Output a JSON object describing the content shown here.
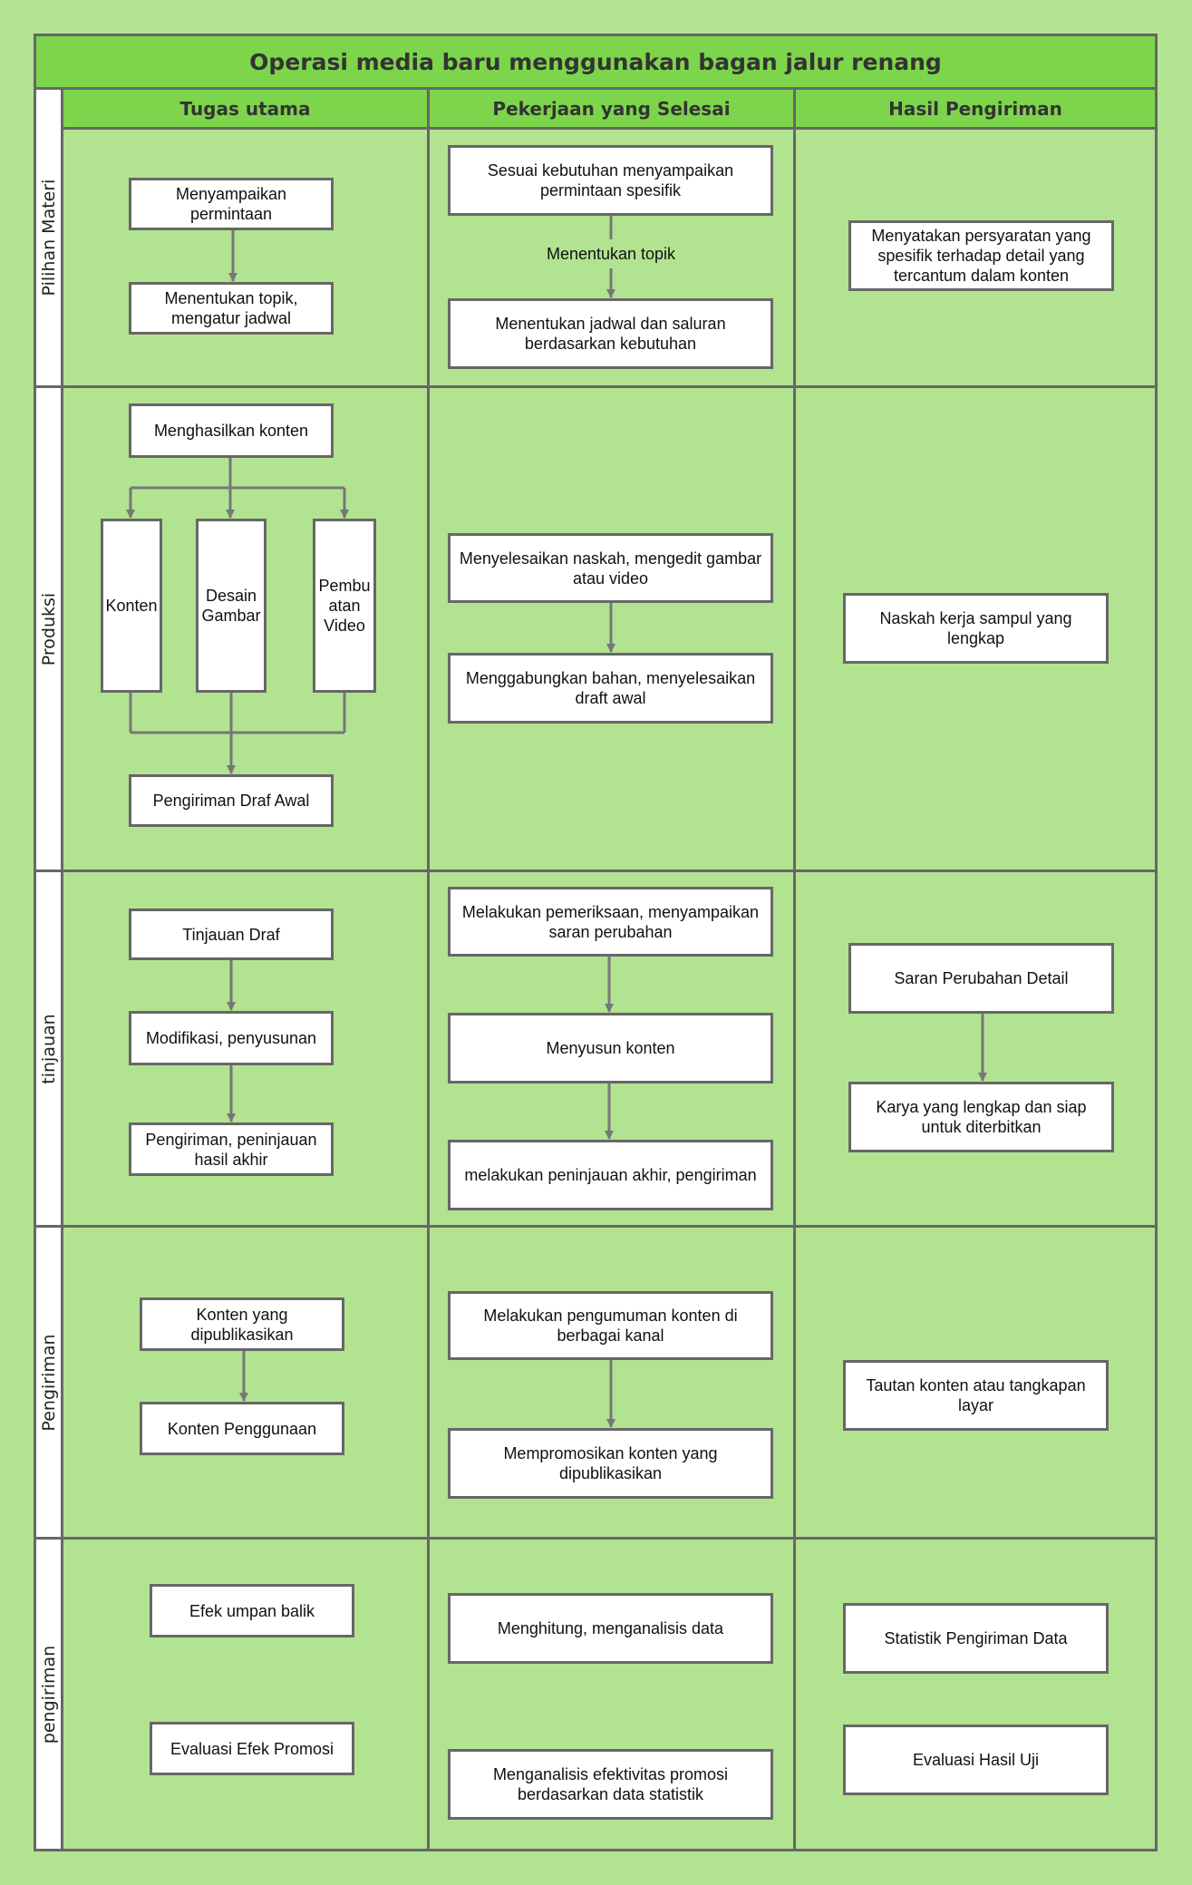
{
  "title": "Operasi media baru menggunakan bagan jalur renang",
  "columns": [
    "Tugas utama",
    "Pekerjaan yang Selesai",
    "Hasil Pengiriman"
  ],
  "lanes": [
    "Pilihan Materi",
    "Produksi",
    "tinjauan",
    "Pengiriman",
    "pengiriman"
  ],
  "boxes": {
    "pm_a1": "Menyampaikan permintaan",
    "pm_a2": "Menentukan topik, mengatur jadwal",
    "pm_b1": "Sesuai kebutuhan menyampaikan permintaan spesifik",
    "pm_b_label": "Menentukan topik",
    "pm_b2": "Menentukan jadwal dan saluran berdasarkan kebutuhan",
    "pm_c1": "Menyatakan persyaratan yang spesifik terhadap detail yang tercantum dalam konten",
    "pr_a1": "Menghasilkan konten",
    "pr_a2": "Konten",
    "pr_a3": "Desain Gambar",
    "pr_a4": "Pembu atan Video",
    "pr_a5": "Pengiriman Draf Awal",
    "pr_b1": "Menyelesaikan naskah, mengedit gambar atau video",
    "pr_b2": "Menggabungkan bahan, menyelesaikan draft awal",
    "pr_c1": "Naskah kerja sampul yang lengkap",
    "tj_a1": "Tinjauan Draf",
    "tj_a2": "Modifikasi, penyusunan",
    "tj_a3": "Pengiriman, peninjauan hasil akhir",
    "tj_b1": "Melakukan pemeriksaan, menyampaikan saran perubahan",
    "tj_b2": "Menyusun konten",
    "tj_b3": "melakukan peninjauan akhir, pengiriman",
    "tj_c1": "Saran Perubahan Detail",
    "tj_c2": "Karya yang lengkap dan siap untuk diterbitkan",
    "pg_a1": "Konten yang dipublikasikan",
    "pg_a2": "Konten Penggunaan",
    "pg_b1": "Melakukan pengumuman konten di berbagai kanal",
    "pg_b2": "Mempromosikan konten yang dipublikasikan",
    "pg_c1": "Tautan konten atau tangkapan layar",
    "pk_a1": "Efek umpan balik",
    "pk_a2": "Evaluasi Efek Promosi",
    "pk_b1": "Menghitung, menganalisis data",
    "pk_b2": "Menganalisis efektivitas promosi berdasarkan data statistik",
    "pk_c1": "Statistik Pengiriman Data",
    "pk_c2": "Evaluasi Hasil Uji"
  },
  "colors": {
    "background": "#b2e391",
    "header": "#7dd54b",
    "border": "#676767"
  }
}
